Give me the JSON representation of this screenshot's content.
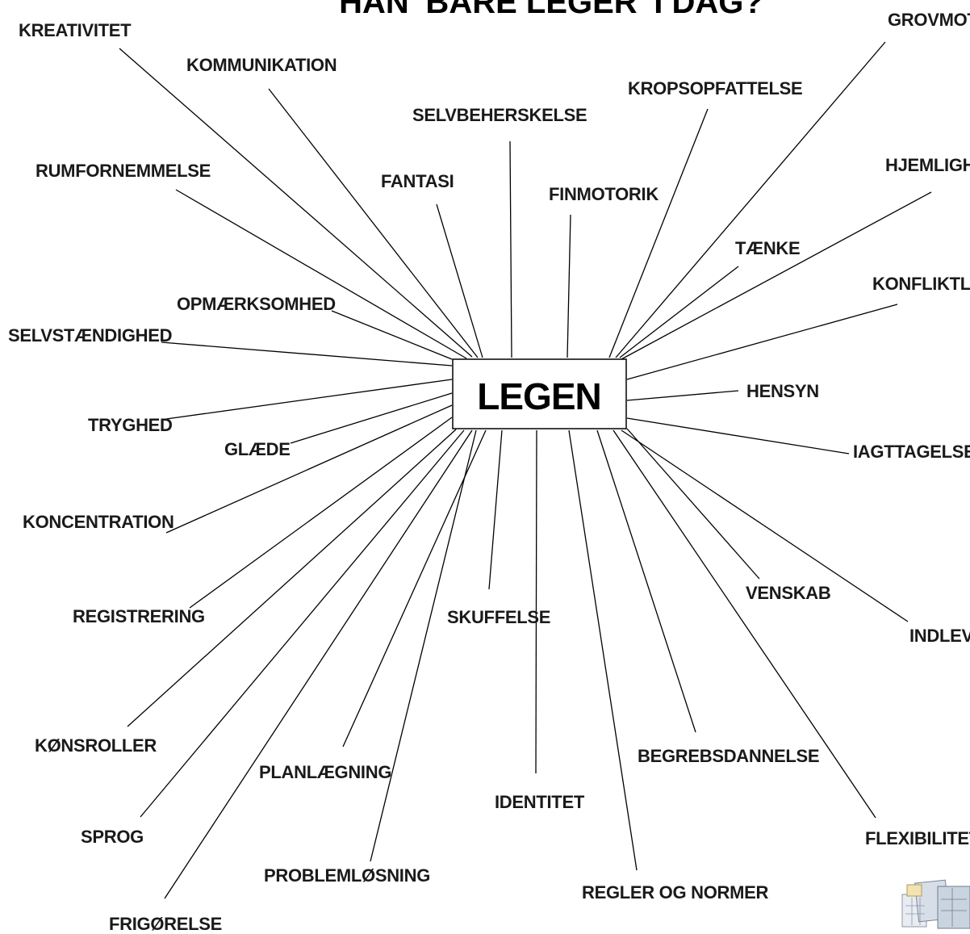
{
  "title": "HAN 'BARE LEGER' I DAG?",
  "center": {
    "label": "LEGEN"
  },
  "colors": {
    "line": "#000000",
    "text": "#1a1a1a",
    "background": "#ffffff"
  },
  "corner_graphic": {
    "icon": "decorative-tiles-icon"
  },
  "words": [
    {
      "id": "kreativitet",
      "label": "KREATIVITET"
    },
    {
      "id": "kommunikation",
      "label": "KOMMUNIKATION"
    },
    {
      "id": "selvbeherskelse",
      "label": "SELVBEHERSKELSE"
    },
    {
      "id": "kropsopfattelse",
      "label": "KROPSOPFATTELSE"
    },
    {
      "id": "grovmotorik",
      "label": "GROVMOTORIK"
    },
    {
      "id": "rumfornemmelse",
      "label": "RUMFORNEMMELSE"
    },
    {
      "id": "fantasi",
      "label": "FANTASI"
    },
    {
      "id": "finmotorik",
      "label": "FINMOTORIK"
    },
    {
      "id": "hjemlighed",
      "label": "HJEMLIGHED"
    },
    {
      "id": "taenke",
      "label": "TÆNKE"
    },
    {
      "id": "konfliktlosning",
      "label": "KONFLIKTLØSNING"
    },
    {
      "id": "opmaerksomhed",
      "label": "OPMÆRKSOMHED"
    },
    {
      "id": "selvstaendighed",
      "label": "SELVSTÆNDIGHED"
    },
    {
      "id": "hensyn",
      "label": "HENSYN"
    },
    {
      "id": "tryghed",
      "label": "TRYGHED"
    },
    {
      "id": "glaede",
      "label": "GLÆDE"
    },
    {
      "id": "iagttagelse",
      "label": "IAGTTAGELSE"
    },
    {
      "id": "koncentration",
      "label": "KONCENTRATION"
    },
    {
      "id": "venskab",
      "label": "VENSKAB"
    },
    {
      "id": "registrering",
      "label": "REGISTRERING"
    },
    {
      "id": "skuffelse",
      "label": "SKUFFELSE"
    },
    {
      "id": "indlevelse",
      "label": "INDLEVELSE"
    },
    {
      "id": "konsroller",
      "label": "KØNSROLLER"
    },
    {
      "id": "begrebsdannelse",
      "label": "BEGREBSDANNELSE"
    },
    {
      "id": "planlaegning",
      "label": "PLANLÆGNING"
    },
    {
      "id": "identitet",
      "label": "IDENTITET"
    },
    {
      "id": "sprog",
      "label": "SPROG"
    },
    {
      "id": "flexibilitet",
      "label": "FLEXIBILITET"
    },
    {
      "id": "problemlosning",
      "label": "PROBLEMLØSNING"
    },
    {
      "id": "regler-og-normer",
      "label": "REGLER OG NORMER"
    },
    {
      "id": "frigorelse",
      "label": "FRIGØRELSE"
    }
  ]
}
